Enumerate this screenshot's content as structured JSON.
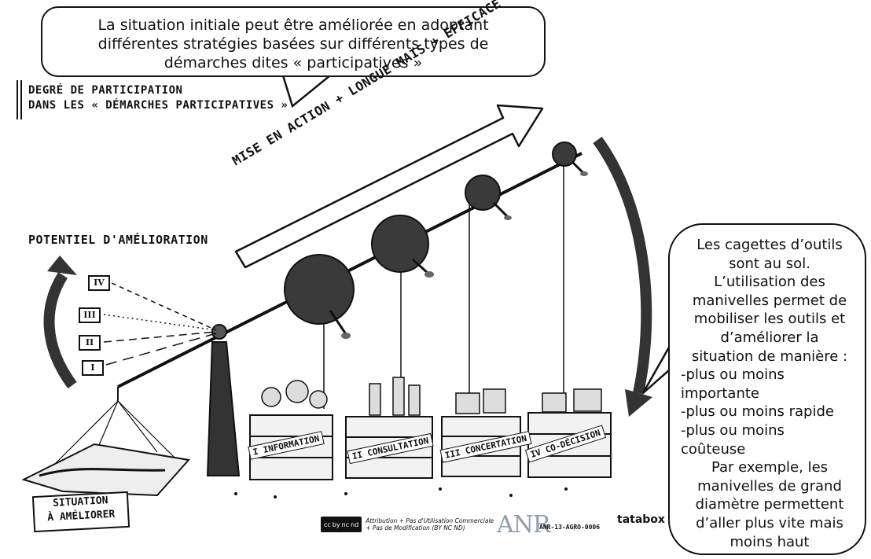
{
  "top_bubble": {
    "lines": [
      "La situation initiale peut être améliorée en adoptant",
      "différentes stratégies basées sur différents types de",
      "démarches dites « participatives »"
    ]
  },
  "degree_title": {
    "line1": "DEGRÉ DE PARTICIPATION",
    "line2": "DANS LES « DÉMARCHES PARTICIPATIVES »"
  },
  "arrow_text": "MISE EN ACTION + LONGUE MAIS + EFFICACE",
  "potential_label": "POTENTIEL D'AMÉLIORATION",
  "tiers": [
    "IV",
    "III",
    "II",
    "I"
  ],
  "crates": [
    {
      "label": "INFORMATION",
      "tier": "I"
    },
    {
      "label": "CONSULTATION",
      "tier": "II"
    },
    {
      "label": "CONCERTATION",
      "tier": "III"
    },
    {
      "label": "CO-DÉCISION",
      "tier": "IV"
    }
  ],
  "situation_label": {
    "line1": "SITUATION",
    "line2": "À AMÉLIORER"
  },
  "right_bubble": {
    "lines": [
      {
        "t": "Les cagettes d’outils",
        "a": "c"
      },
      {
        "t": "sont au sol.",
        "a": "c"
      },
      {
        "t": "L’utilisation des",
        "a": "c"
      },
      {
        "t": "manivelles permet de",
        "a": "c"
      },
      {
        "t": "mobiliser les outils et",
        "a": "c"
      },
      {
        "t": "d’améliorer la",
        "a": "c"
      },
      {
        "t": "situation de manière :",
        "a": "c"
      },
      {
        "t": "-plus ou moins",
        "a": "l"
      },
      {
        "t": "importante",
        "a": "l"
      },
      {
        "t": "-plus ou moins rapide",
        "a": "l"
      },
      {
        "t": "-plus ou moins",
        "a": "l"
      },
      {
        "t": "coûteuse",
        "a": "l"
      },
      {
        "t": "Par exemple, les",
        "a": "c"
      },
      {
        "t": "manivelles de grand",
        "a": "c"
      },
      {
        "t": "diamètre permettent",
        "a": "c"
      },
      {
        "t": "d’aller plus vite mais",
        "a": "c"
      },
      {
        "t": "moins haut",
        "a": "c"
      }
    ]
  },
  "footer": {
    "cc_icons": [
      "cc",
      "by",
      "nc",
      "nd"
    ],
    "license_line1": "Attribution + Pas d'Utilisation Commerciale",
    "license_line2": "+ Pas de Modification (BY NC ND)",
    "anr_logo": "ANR",
    "anr_code": "ANR-13-AGRO-0006",
    "tatabox": "tatabox"
  },
  "colors": {
    "ink": "#111111",
    "ball": "#3a3a3a",
    "paper": "#ffffff"
  }
}
